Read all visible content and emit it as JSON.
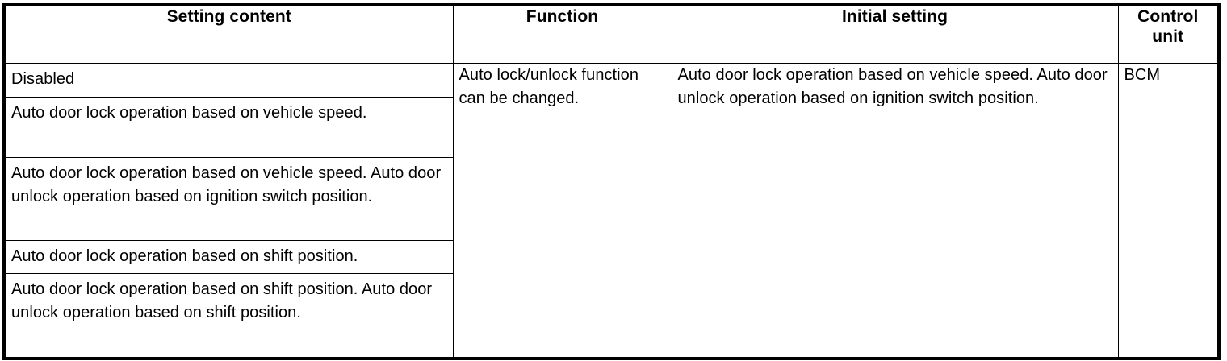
{
  "table": {
    "headers": [
      {
        "label": "Setting content",
        "name": "setting-content"
      },
      {
        "label": "Function",
        "name": "function"
      },
      {
        "label": "Initial setting",
        "name": "initial-setting"
      },
      {
        "label": "Control\nunit",
        "label_line1": "Control",
        "label_line2": "unit",
        "name": "control-unit"
      }
    ],
    "setting_content_rows": [
      "Disabled",
      "Auto door lock operation based on vehicle speed.",
      "Auto door lock operation based on vehicle speed. Auto door unlock operation based on ignition switch position.",
      "Auto door lock operation based on shift position.",
      "Auto door lock operation based on shift position. Auto door unlock operation based on shift position."
    ],
    "function": "Auto lock/unlock function can be changed.",
    "initial_setting": "Auto door lock operation based on vehicle speed. Auto door unlock operation based on ignition switch position.",
    "control_unit": "BCM"
  },
  "colors": {
    "border": "#000000",
    "background": "#ffffff",
    "text": "#000000"
  }
}
